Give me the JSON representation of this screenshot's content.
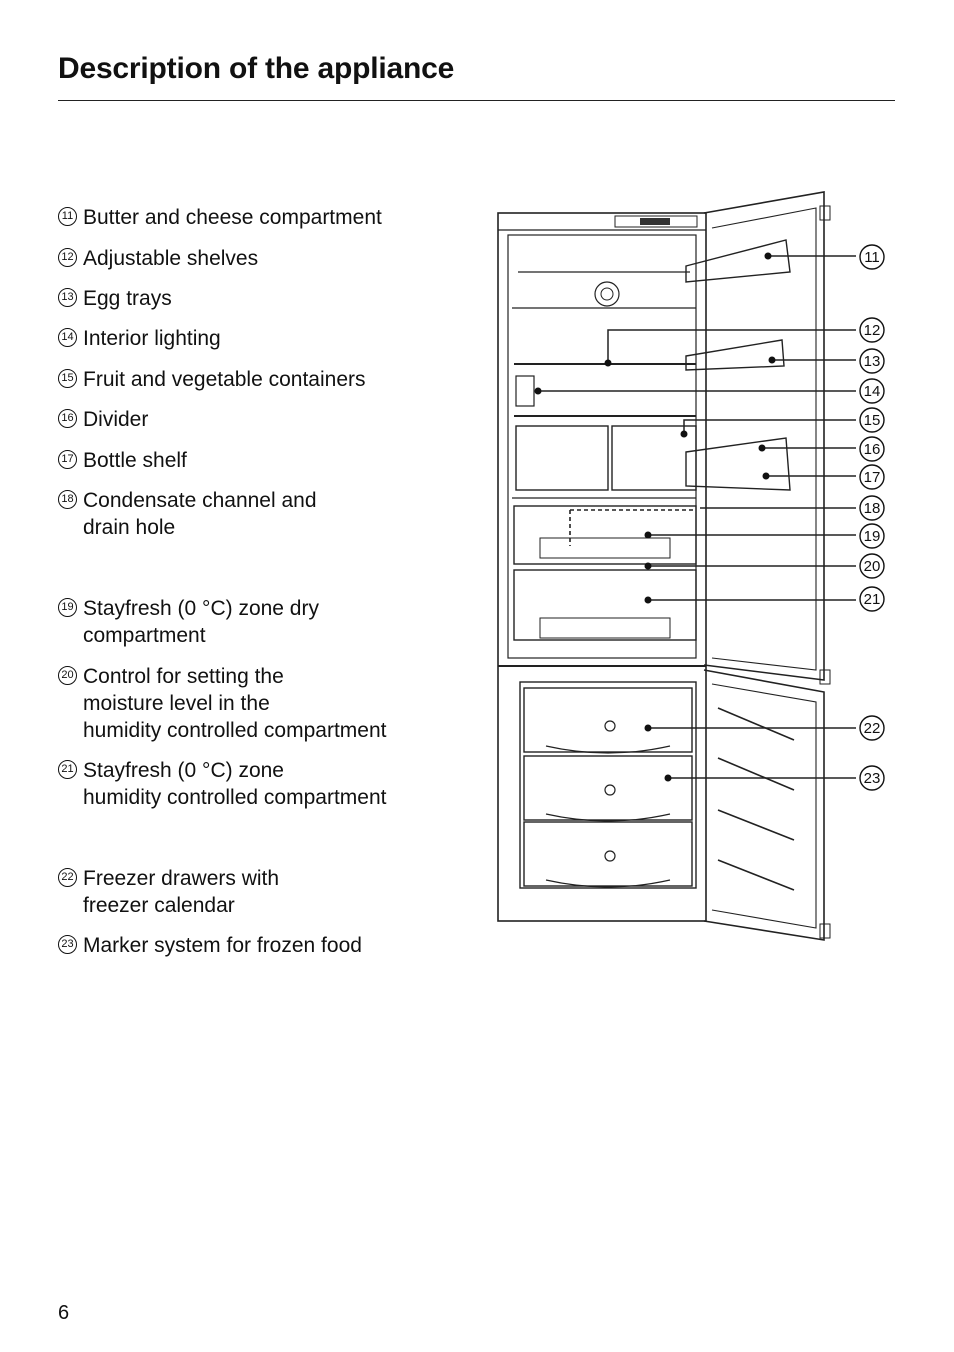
{
  "page": {
    "title": "Description of the appliance",
    "page_number": "6"
  },
  "legend": [
    {
      "num": "11",
      "lines": [
        "Butter and cheese compartment"
      ]
    },
    {
      "num": "12",
      "lines": [
        "Adjustable shelves"
      ]
    },
    {
      "num": "13",
      "lines": [
        "Egg trays"
      ]
    },
    {
      "num": "14",
      "lines": [
        "Interior lighting"
      ]
    },
    {
      "num": "15",
      "lines": [
        "Fruit and vegetable containers"
      ]
    },
    {
      "num": "16",
      "lines": [
        "Divider"
      ]
    },
    {
      "num": "17",
      "lines": [
        "Bottle shelf"
      ]
    },
    {
      "num": "18",
      "lines": [
        "Condensate channel and",
        "drain hole"
      ]
    },
    {
      "num": "19",
      "lines": [
        "Stayfresh (0 °C) zone dry",
        "compartment"
      ]
    },
    {
      "num": "20",
      "lines": [
        "Control for setting the",
        "moisture level in the",
        "humidity controlled compartment"
      ]
    },
    {
      "num": "21",
      "lines": [
        "Stayfresh (0 °C) zone",
        "humidity controlled compartment"
      ]
    },
    {
      "num": "22",
      "lines": [
        "Freezer drawers with",
        "freezer calendar"
      ]
    },
    {
      "num": "23",
      "lines": [
        "Marker system for frozen food"
      ]
    }
  ],
  "figure": {
    "callouts": [
      "11",
      "12",
      "13",
      "14",
      "15",
      "16",
      "17",
      "18",
      "19",
      "20",
      "21",
      "22",
      "23"
    ]
  }
}
